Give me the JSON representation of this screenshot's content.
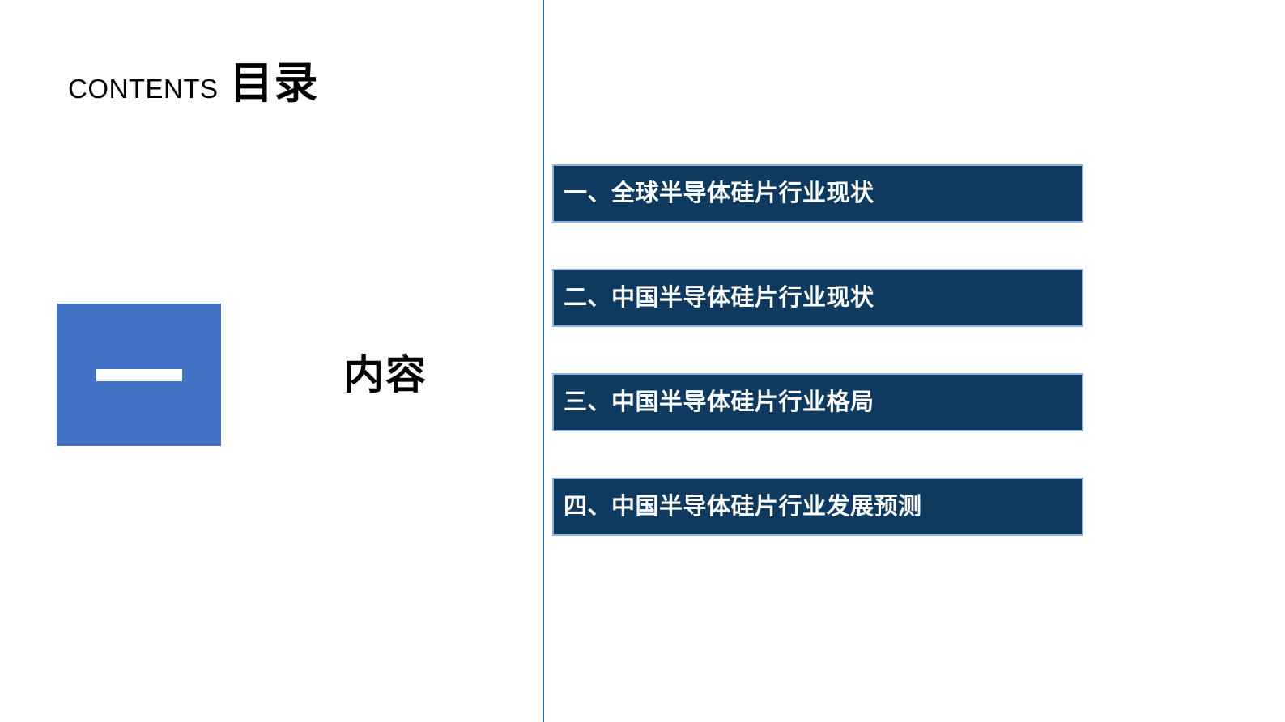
{
  "slide": {
    "title_en": "CONTENTS",
    "title_cn": "目录",
    "section_number_glyph": "一",
    "section_word": "内容",
    "accent_blue": "#4472C4",
    "bar_navy": "#0E3A60",
    "bar_border": "#8FB4DE",
    "divider_blue": "#2E6DB4",
    "toc_items": [
      {
        "label": "一、全球半导体硅片行业现状"
      },
      {
        "label": "二、中国半导体硅片行业现状"
      },
      {
        "label": "三、中国半导体硅片行业格局"
      },
      {
        "label": "四、中国半导体硅片行业发展预测"
      }
    ]
  }
}
